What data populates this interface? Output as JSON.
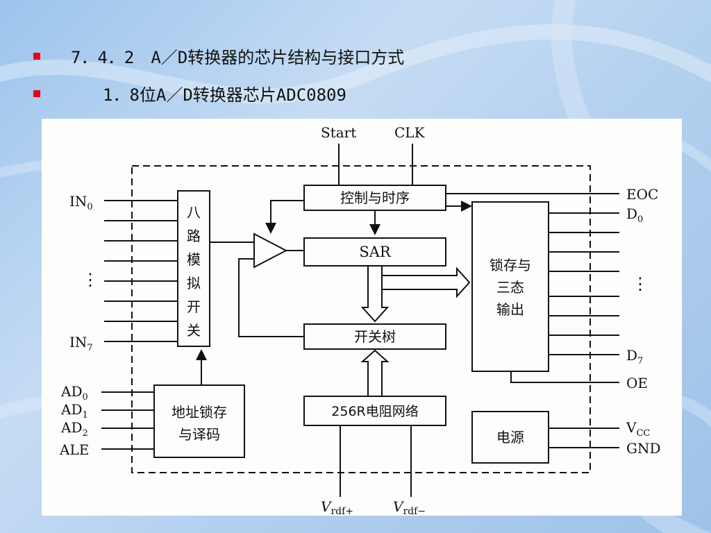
{
  "slide": {
    "bullet1": "7．4．2　A／D转换器的芯片结构与接口方式",
    "bullet2": "1．8位A／D转换器芯片ADC0809"
  },
  "diagram": {
    "top_inputs": {
      "start": "Start",
      "clk": "CLK"
    },
    "blocks": {
      "control": "控制与时序",
      "sar": "SAR",
      "switch_tree": "开关树",
      "resistor": "256R电阻网络",
      "mux": [
        "八",
        "路",
        "模",
        "拟",
        "开",
        "关"
      ],
      "latch_out": [
        "锁存与",
        "三态",
        "输出"
      ],
      "addr_latch": [
        "地址锁存",
        "与译码"
      ],
      "power": "电源"
    },
    "left_pins": {
      "in0": "IN",
      "in0_sub": "0",
      "in7": "IN",
      "in7_sub": "7",
      "dots": "⋮"
    },
    "addr_pins": [
      {
        "label": "AD",
        "sub": "0"
      },
      {
        "label": "AD",
        "sub": "1"
      },
      {
        "label": "AD",
        "sub": "2"
      },
      {
        "label": "ALE",
        "sub": ""
      }
    ],
    "right_pins": {
      "eoc": "EOC",
      "d0": "D",
      "d0_sub": "0",
      "dots": "⋮",
      "d7": "D",
      "d7_sub": "7",
      "oe": "OE",
      "vcc": "V",
      "vcc_sub": "CC",
      "gnd": "GND"
    },
    "bottom_inputs": {
      "vref_plus": "V",
      "vref_plus_sub": "rdf+",
      "vref_minus": "V",
      "vref_minus_sub": "rdf−"
    }
  },
  "colors": {
    "bullet": "#e8001c",
    "background": "#b3d0ef",
    "panel": "#fdfdfb"
  }
}
